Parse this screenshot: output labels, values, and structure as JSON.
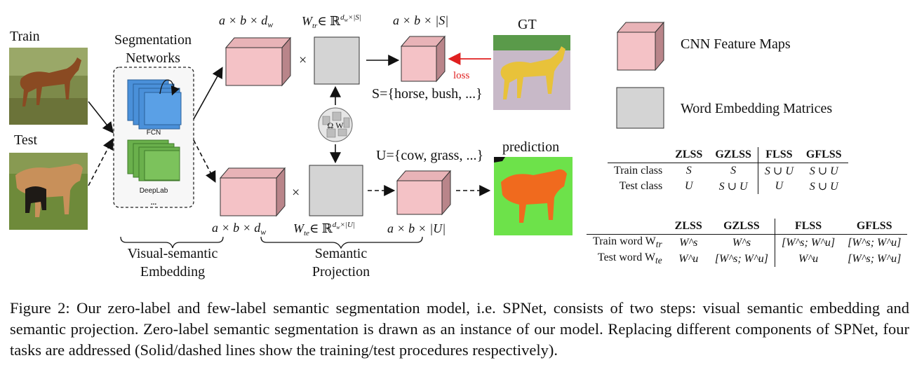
{
  "labels": {
    "train": "Train",
    "test": "Test",
    "seg_networks_1": "Segmentation",
    "seg_networks_2": "Networks",
    "fcn": "FCN",
    "deeplab": "DeepLab",
    "dots": "...",
    "gt": "GT",
    "loss": "loss",
    "prediction": "prediction",
    "times": "×",
    "dim_top_left": "a × b × d",
    "dim_top_left_sub": "w",
    "wtr": "W",
    "wtr_sub": "tr",
    "wtr_set": "∈ ℝ",
    "wtr_sup": "d",
    "wtr_sup_sub": "w",
    "wtr_sup_tail": "×|S|",
    "dim_top_right": "a × b × |S|",
    "seen_set": "S={horse, bush, ...}",
    "unseen_set": "U={cow, grass, ...}",
    "dim_bot_left": "a × b × d",
    "dim_bot_left_sub": "w",
    "wte": "W",
    "wte_sub": "te",
    "wte_set": "∈ ℝ",
    "wte_sup": "d",
    "wte_sup_sub": "w",
    "wte_sup_tail": "×|U|",
    "dim_bot_right": "a × b × |U|",
    "vis_sem_1": "Visual-semantic",
    "vis_sem_2": "Embedding",
    "sem_proj_1": "Semantic",
    "sem_proj_2": "Projection"
  },
  "legend": {
    "cnn": "CNN Feature Maps",
    "word": "Word Embedding Matrices"
  },
  "table1": {
    "headers": [
      "",
      "ZLSS",
      "GZLSS",
      "FLSS",
      "GFLSS"
    ],
    "rows": [
      [
        "Train class",
        "S",
        "S",
        "S ∪ U",
        "S ∪ U"
      ],
      [
        "Test class",
        "U",
        "S ∪ U",
        "U",
        "S ∪ U"
      ]
    ]
  },
  "table2": {
    "headers": [
      "",
      "ZLSS",
      "GZLSS",
      "FLSS",
      "GFLSS"
    ],
    "rows": [
      [
        "Train word W",
        "tr",
        "W^s",
        "W^s",
        "[W^s; W^u]",
        "[W^s; W^u]"
      ],
      [
        "Test word W",
        "te",
        "W^u",
        "[W^s; W^u]",
        "W^u",
        "[W^s; W^u]"
      ]
    ]
  },
  "caption": "Figure 2: Our zero-label and few-label semantic segmentation model, i.e. SPNet, consists of two steps: visual semantic embedding and semantic projection. Zero-label semantic segmentation is drawn as an instance of our model. Replacing different components of SPNet, four tasks are addressed (Solid/dashed lines show the training/test procedures respectively).",
  "colors": {
    "cnn_face": "#f4c2c6",
    "cnn_top": "#e8b3b7",
    "cnn_side": "#b9858a",
    "word_face": "#d4d4d4",
    "fcn": "#4a90d9",
    "deeplab": "#6ab04c",
    "loss_arrow": "#e02020",
    "gt_bg": "#8aa36a",
    "gt_horse": "#e8c23a",
    "pred_bg": "#6de24a",
    "pred_cow": "#f06a1e"
  }
}
